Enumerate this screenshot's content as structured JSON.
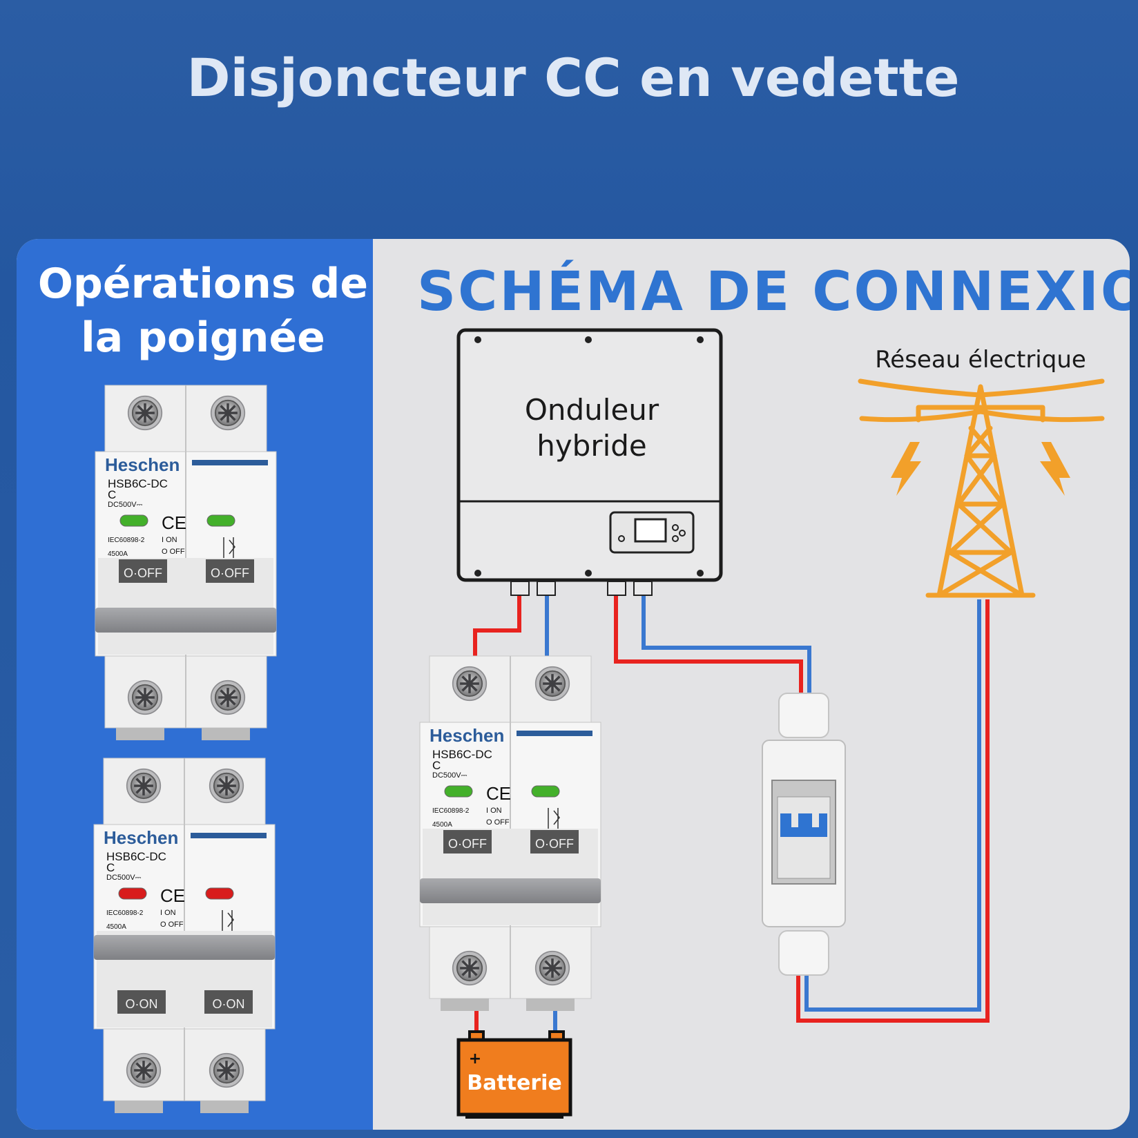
{
  "title": "Disjoncteur CC en vedette",
  "left": {
    "title_line1": "Opérations de",
    "title_line2": "la poignée"
  },
  "diagram": {
    "title": "SCHÉMA DE CONNEXION",
    "inverter_line1": "Onduleur",
    "inverter_line2": "hybride",
    "grid_label": "Réseau électrique",
    "battery_label": "Batterie",
    "battery_plus": "+"
  },
  "breaker": {
    "brand": "Heschen",
    "model": "HSB6C-DC",
    "curve": "C",
    "voltage": "DC500V⎓",
    "ce": "CE",
    "standard": "IEC60898-2",
    "capacity": "4500A",
    "on_legend": "I ON",
    "off_legend": "O OFF",
    "off_label": "O·OFF",
    "on_label": "O·ON"
  },
  "colors": {
    "positive_wire": "#e8231f",
    "negative_wire": "#3a78d0",
    "tower": "#f2a02a",
    "indicator_off": "#43b02a",
    "indicator_on": "#d81c1c",
    "battery": "#f07d1e"
  }
}
